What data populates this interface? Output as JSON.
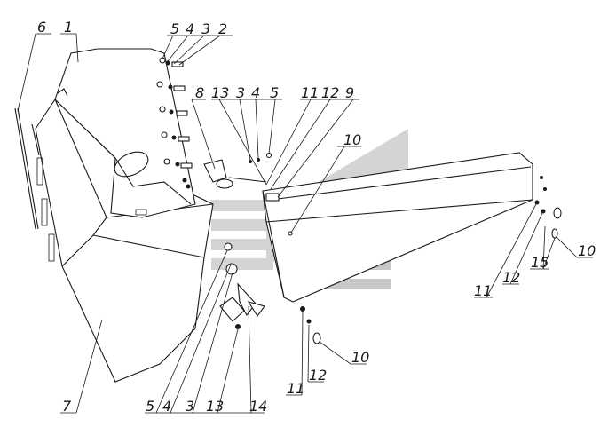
{
  "labels": {
    "l1": "1",
    "l2": "2",
    "l3": "3",
    "l4": "4",
    "l5": "5",
    "l6": "6",
    "l7": "7",
    "l8": "8",
    "l9": "9",
    "l10": "10",
    "l11": "11",
    "l12": "12",
    "l13": "13",
    "l14": "14",
    "l15": "15"
  },
  "colors": {
    "ink": "#1a1a1a",
    "watermark": "#d4d4d4",
    "background": "#ffffff"
  }
}
